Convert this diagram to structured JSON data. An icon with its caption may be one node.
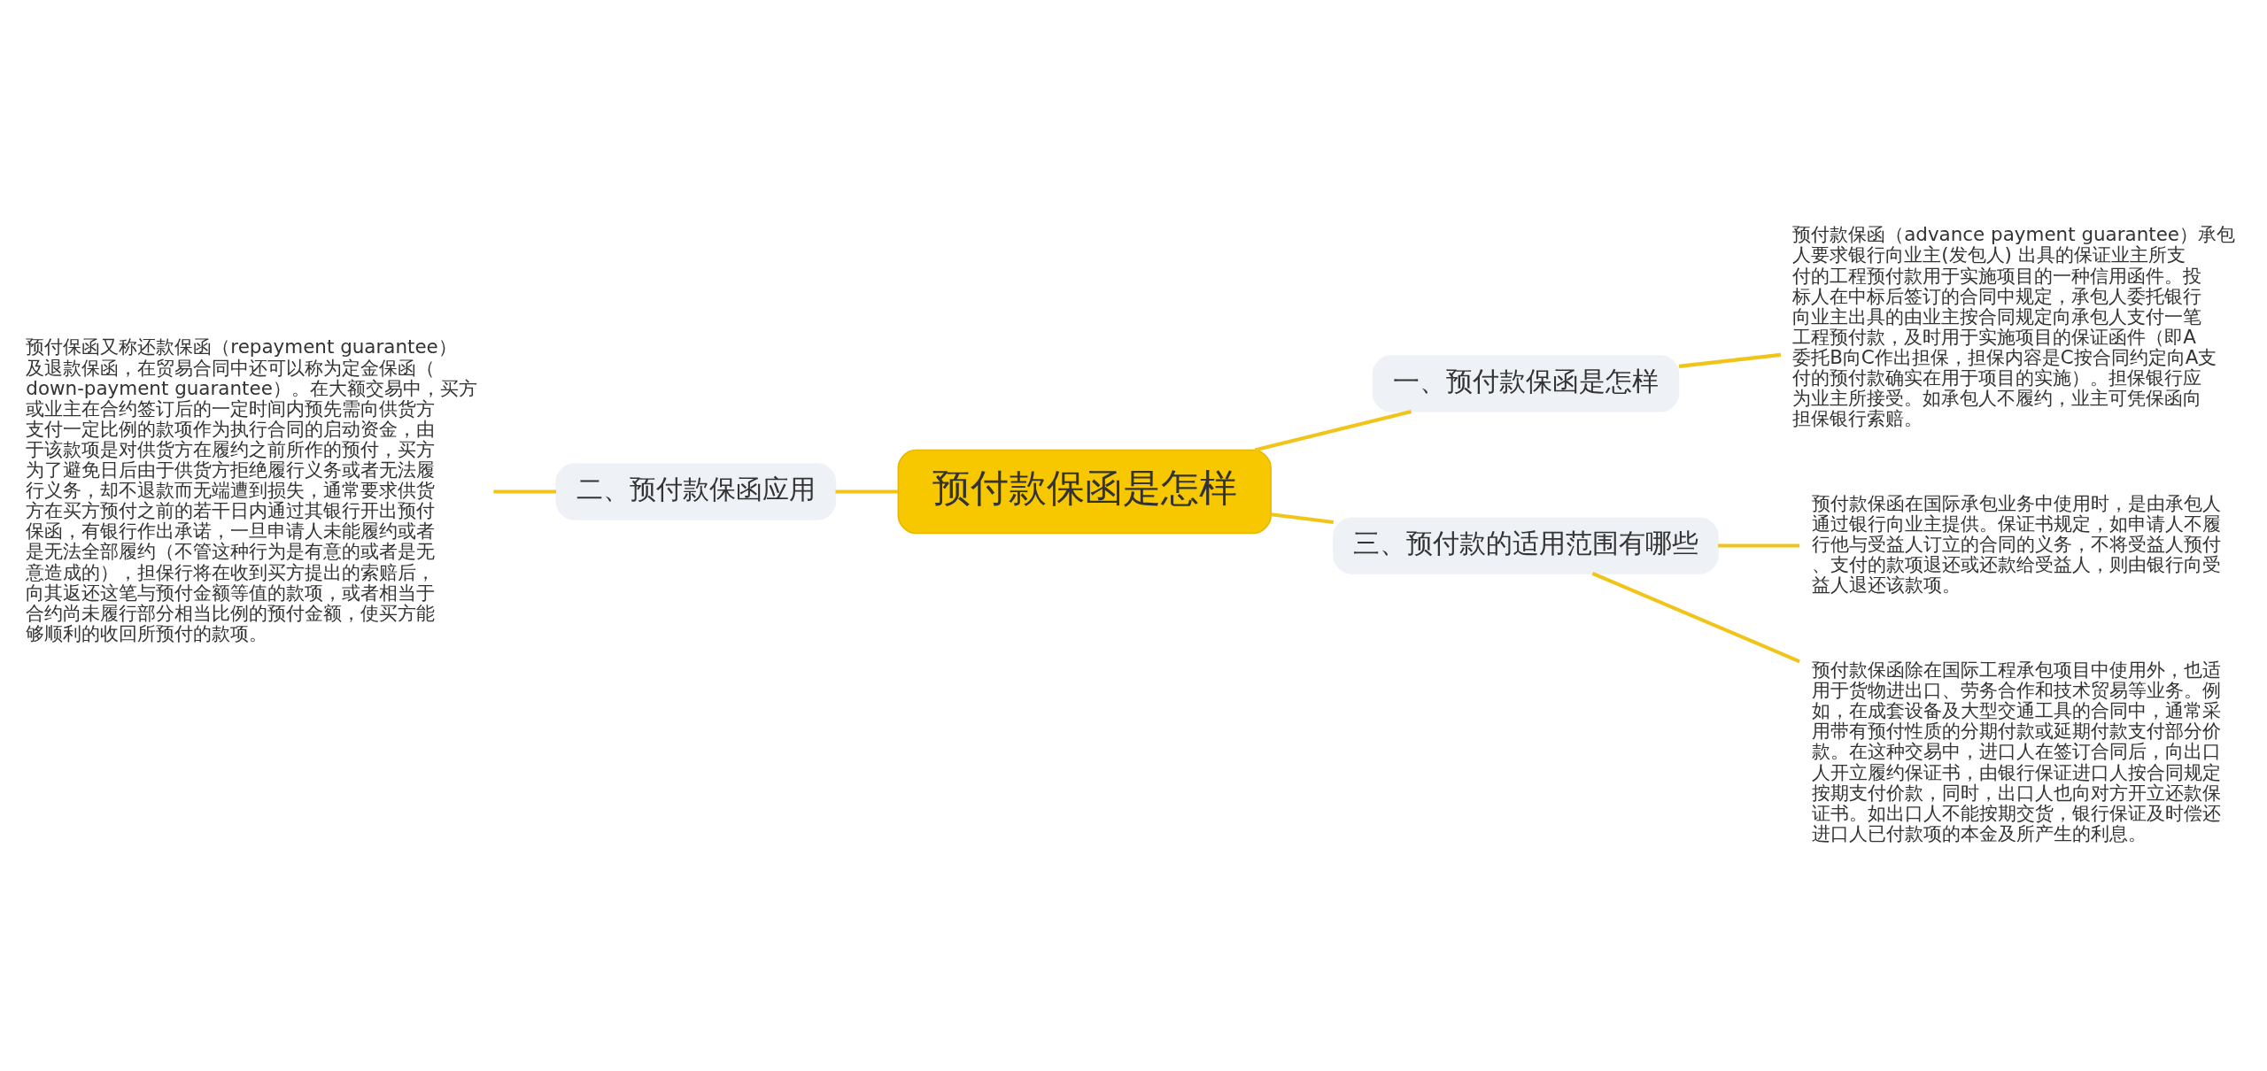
{
  "diagram": {
    "nodes": [
      {
        "text": [
          "预付款保函是怎样"
        ]
      },
      {
        "text": [
          "一、预付款保函是怎样"
        ]
      },
      {
        "text": [
          "预付款保函（advance payment guarantee）承包人要求银行向业主(发包人) 出具的保证业主所支付的工程预付款用于实施项目的一种信用函件。投标人在中标后签订的合同中规定，承包人委托银行向业主出具的由业主按合同规定向承包人支付一笔工程预付款，及时用于实施项目的保证函件（即A委托B向C作出担保，担保内容是C按合同约定向A支付的预付款确实在用于项目的实施）。担保银行应为业主所接受。如承包人不履约，业主可凭保函向担保银行索赔。"
        ]
      },
      {
        "text": [
          "二、预付款保函应用"
        ]
      },
      {
        "text": [
          "预付保函又称还款保函（repayment guarantee）及退款保函，在贸易合同中还可以称为定金保函（down-payment guarantee）。在大额交易中，买方或业主在合约签订后的一定时间内预先需向供货方支付一定比例的款项作为执行合同的启动资金，由于该款项是对供货方在履约之前所作的预付，买方为了避免日后由于供货方拒绝履行义务或者无法履行义务，却不退款而无端遭到损失，通常要求供货方在买方预付之前的若干日内通过其银行开出预付保函，有银行作出承诺，一旦申请人未能履约或者是无法全部履约（不管这种行为是有意的或者是无意造成的），担保行将在收到买方提出的索赔后，向其返还这笔与预付金额等值的款项，或者相当于合约尚未履行部分相当比例的预付金额，使买方能够顺利的收回所预付的款项。"
        ]
      },
      {
        "text": [
          "三、预付款的适用范围有哪些"
        ]
      },
      {
        "text": [
          "预付款保函在国际承包业务中使用时，是由承包人通过银行向业主提供。保证书规定，如申请人不履行他与受益人订立的合同的义务，不将受益人预付、支付的款项退还或还款给受益人，则由银行向受益人退还该款项。"
        ]
      },
      {
        "text": [
          "预付款保函除在国际工程承包项目中使用外，也适用于货物进出口、劳务合作和技术贸易等业务。例如，在成套设备及大型交通工具的合同中，通常采用带有预付性质的分期付款或延期付款支付部分价款。在这种交易中，进口人在签订合同后，向出口人开立履约保证书，由银行保证进口人按合同规定按期支付价款，同时，出口人也向对方开立还款保证书。如出口人不能按期交货，银行保证及时偿还进口人已付款项的本金及所产生的利息。"
        ]
      }
    ],
    "edges": [
      {
        "from": 0,
        "to": 1,
        "arrow": "none"
      },
      {
        "from": 1,
        "to": 2,
        "arrow": "none"
      },
      {
        "from": 0,
        "to": 3,
        "arrow": "none"
      },
      {
        "from": 3,
        "to": 4,
        "arrow": "none"
      },
      {
        "from": 0,
        "to": 5,
        "arrow": "none"
      },
      {
        "from": 5,
        "to": 6,
        "arrow": "none"
      },
      {
        "from": 5,
        "to": 7,
        "arrow": "none"
      }
    ]
  }
}
